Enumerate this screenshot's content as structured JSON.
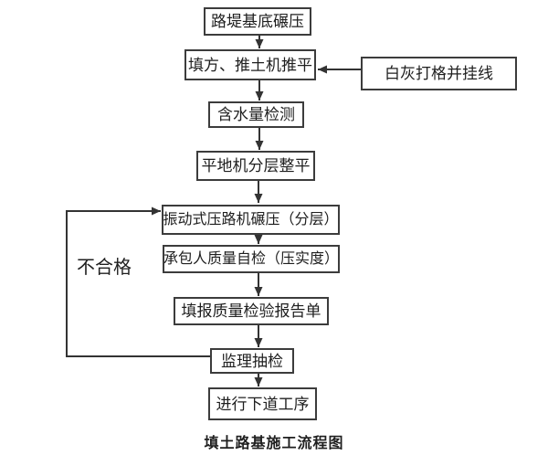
{
  "diagram": {
    "caption": "填土路基施工流程图",
    "fail_label": "不合格",
    "nodes": [
      {
        "id": "base-rolling",
        "label": "路堤基底碾压"
      },
      {
        "id": "fill-bulldozer-leveling",
        "label": "填方、推土机推平"
      },
      {
        "id": "lime-grid-line",
        "label": "白灰打格并挂线"
      },
      {
        "id": "moisture-test",
        "label": "含水量检测"
      },
      {
        "id": "grader-layer-leveling",
        "label": "平地机分层整平"
      },
      {
        "id": "vibratory-roller",
        "label": "振动式压路机碾压（分层）"
      },
      {
        "id": "contractor-self-check",
        "label": "承包人质量自检（压实度）"
      },
      {
        "id": "quality-report-form",
        "label": "填报质量检验报告单"
      },
      {
        "id": "supervisor-spot-check",
        "label": "监理抽检"
      },
      {
        "id": "next-process",
        "label": "进行下道工序"
      }
    ]
  },
  "colors": {
    "line": "#333333",
    "border": "#3c3c3c",
    "text": "#1f1f1f",
    "background": "#ffffff"
  }
}
